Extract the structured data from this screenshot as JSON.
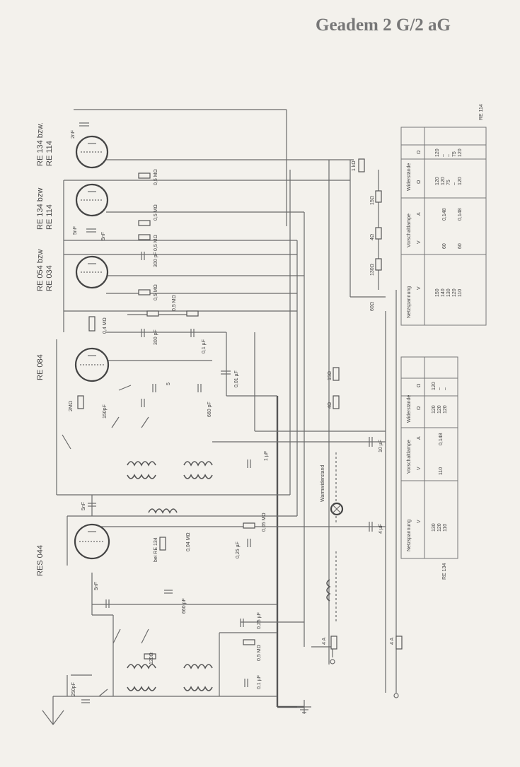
{
  "title": "Geadem 2 G/2 aG",
  "tubes": [
    {
      "label_line1": "RE 134 bzw.",
      "label_line2": "RE 114"
    },
    {
      "label_line1": "RE 134 bzw",
      "label_line2": "RE 114"
    },
    {
      "label_line1": "RE 054 bzw",
      "label_line2": "RE 034"
    },
    {
      "label_line1": "RE 084",
      "label_line2": ""
    },
    {
      "label_line1": "RES 044",
      "label_line2": ""
    }
  ],
  "components": {
    "c_2nf": "2nF",
    "c_5nf_a": "5nF",
    "c_5nf_b": "5nF",
    "c_5nf_c": "5nF",
    "c_5nf_d": "5nF",
    "r_05_a": "0,5 MΩ",
    "r_05_b": "0,5 MΩ",
    "r_05_c": "0,5 MΩ",
    "c_300_a": "300 pF",
    "c_300_b": "300 pF",
    "r_05_d": "0,5 MΩ",
    "r_04": "0,4 MΩ",
    "r_05_e": "0,5 MΩ",
    "c_01": "0,1 µF",
    "c_001": "0,01 µF",
    "r_2m": "2MΩ",
    "c_150": "150pF",
    "c_660": "660 pF",
    "c_5": "5",
    "c_10uf": "10 µF",
    "r_1k": "1 kΩ",
    "r_15": "15Ω",
    "r_4": "4Ω",
    "r_130": "130Ω",
    "r_60": "60Ω",
    "c_1uf": "1 µF",
    "c_4uf": "4 µF",
    "c_025": "0,25 µF",
    "r_004": "0,04 MΩ",
    "r_120": "120Ω",
    "c_250pf": "250pF",
    "c_01b": "0,1 µF",
    "r_005": "0,05 MΩ",
    "c_660b": "660 pF",
    "lamp": "Warmwiderstand",
    "fuse_a": "4 A",
    "fuse_b": "4 A",
    "bei": "bei RE 134"
  },
  "table_top": {
    "corner_label": "RE 114",
    "headers": [
      "Netzspannung",
      "Vorschaltlampe",
      "Widerstände"
    ],
    "subheaders": [
      "V",
      "V",
      "A",
      "Ω",
      "Ω"
    ],
    "rows": [
      [
        "150",
        "",
        "",
        "120",
        "120"
      ],
      [
        "140",
        "",
        "",
        "120",
        "–"
      ],
      [
        "130",
        "60",
        "0,148",
        "75",
        "–"
      ],
      [
        "120",
        "",
        "",
        "–",
        "75"
      ],
      [
        "110",
        "60",
        "0,148",
        "120",
        "120"
      ],
      [
        "",
        "",
        "",
        "",
        ""
      ]
    ]
  },
  "table_bottom": {
    "corner_label": "RE 134",
    "headers": [
      "Netzspannung",
      "Vorschaltlampe",
      "Widerstände"
    ],
    "subheaders": [
      "V",
      "V",
      "A",
      "Ω",
      "Ω"
    ],
    "rows": [
      [
        "130",
        "",
        "",
        "120",
        "120"
      ],
      [
        "120",
        "110",
        "0,148",
        "120",
        "–"
      ],
      [
        "110",
        "",
        "",
        "120",
        "–"
      ]
    ]
  }
}
